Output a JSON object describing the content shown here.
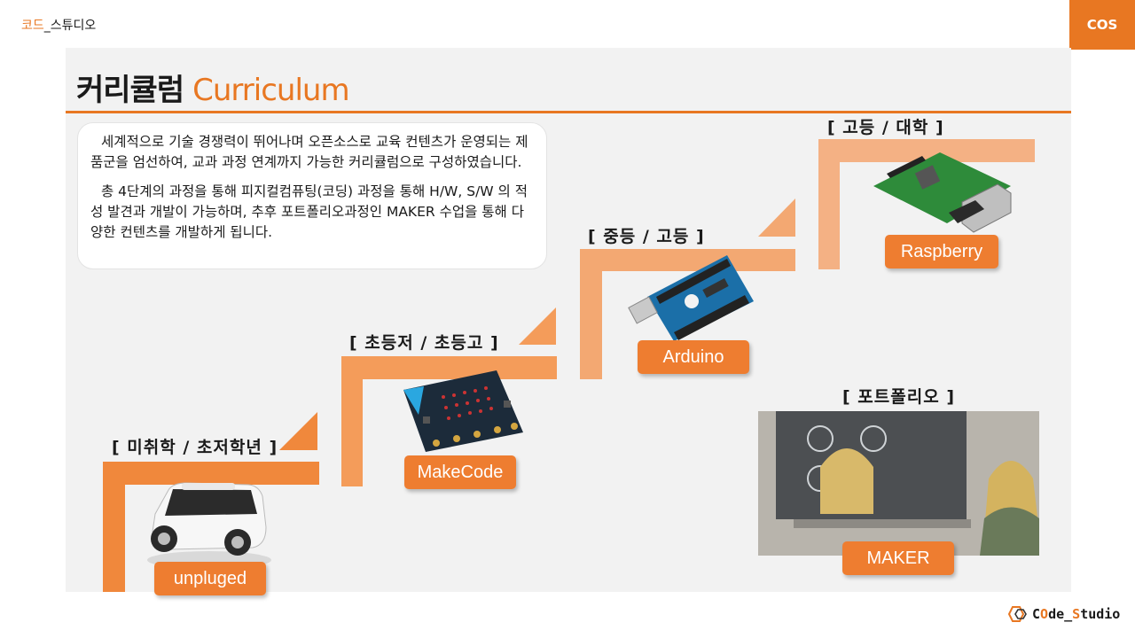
{
  "header": {
    "brand_accent": "코드",
    "brand_rest": "_스튜디오",
    "badge": "COS"
  },
  "title": {
    "ko": "커리큘럼",
    "en": "Curriculum"
  },
  "intro": {
    "p1": "세계적으로 기술 경쟁력이 뛰어나며 오픈소스로 교육 컨텐츠가 운영되는 제품군을 엄선하여, 교과 과정 연계까지 가능한 커리큘럼으로 구성하였습니다.",
    "p2": "총 4단계의 과정을 통해 피지컬컴퓨팅(코딩) 과정을 통해 H/W, S/W 의 적성 발견과 개발이 가능하며, 추후 포트폴리오과정인 MAKER 수업을 통해 다양한 컨텐츠를 개발하게 됩니다."
  },
  "stages": [
    {
      "label": "[ 미취학 / 초저학년 ]",
      "product": "unpluged",
      "icon": "robot-car-icon"
    },
    {
      "label": "[ 초등저 / 초등고 ]",
      "product": "MakeCode",
      "icon": "microbit-board-icon"
    },
    {
      "label": "[ 중등 / 고등 ]",
      "product": "Arduino",
      "icon": "arduino-board-icon"
    },
    {
      "label": "[ 고등 / 대학 ]",
      "product": "Raspberry",
      "icon": "raspberry-pi-board-icon"
    },
    {
      "label": "[ 포트폴리오 ]",
      "product": "MAKER",
      "icon": "smart-mirror-photo"
    }
  ],
  "footer": {
    "logo_c": "C",
    "logo_o": "O",
    "logo_de": "de_",
    "logo_s": "S",
    "logo_tudio": "tudio"
  },
  "colors": {
    "accent": "#e87722",
    "step_dark": "#f0883c",
    "step_light": "#f4b184",
    "panel": "#f2f2f2"
  }
}
